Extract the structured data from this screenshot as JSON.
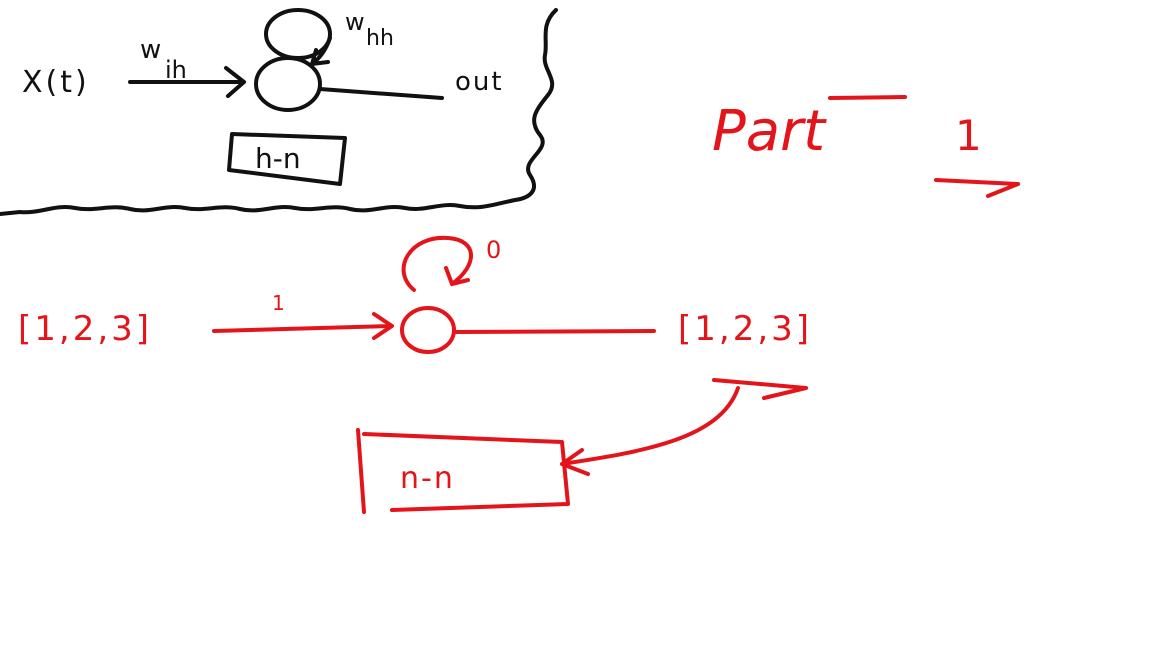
{
  "colors": {
    "black_ink": "#111111",
    "red_ink": "#e3151b",
    "background": "#ffffff"
  },
  "top_sketch": {
    "input_label": "X(t)",
    "input_weight_w": "w",
    "input_weight_sub": "ih",
    "recurrent_weight_w": "w",
    "recurrent_weight_sub": "hh",
    "output_label": "out",
    "box_label": "h-n"
  },
  "bottom_sketch": {
    "title_word": "Part",
    "title_number": "1",
    "input_sequence": "[1,2,3]",
    "input_weight": "1",
    "recurrent_weight": "0",
    "output_sequence": "[1,2,3]",
    "box_label": "n-n"
  }
}
